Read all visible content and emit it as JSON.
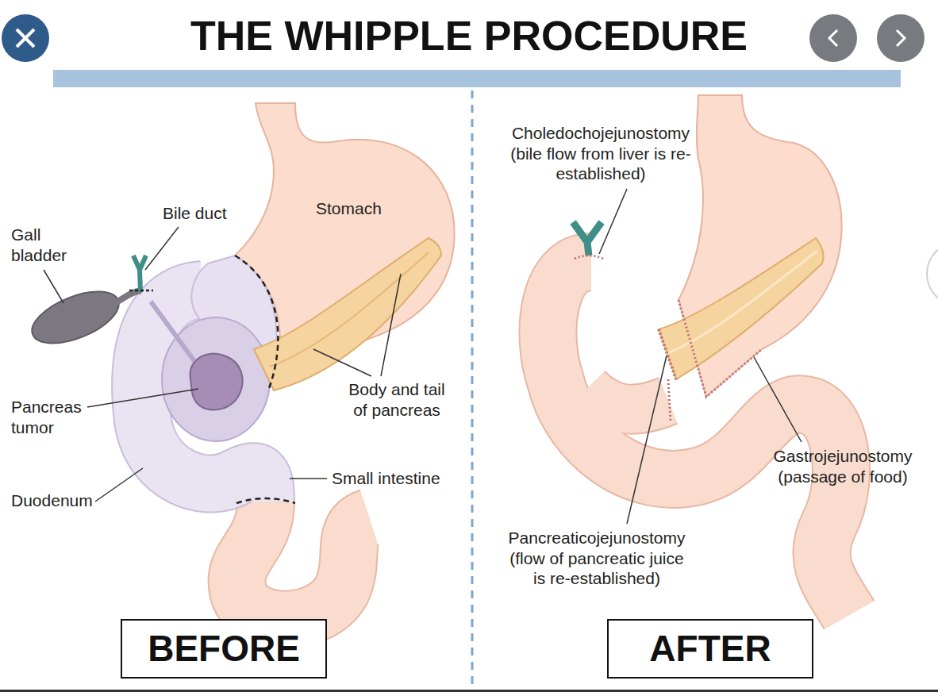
{
  "diagram": {
    "title": "THE WHIPPLE PROCEDURE",
    "nodes": [
      {
        "text": [
          "BEFORE"
        ]
      },
      {
        "text": [
          "AFTER"
        ]
      }
    ],
    "labels": [
      "Gall bladder",
      "Bile duct",
      "Stomach",
      "Pancreas tumor",
      "Body and tail of pancreas",
      "Duodenum",
      "Small intestine",
      "Choledochojejunostomy (bile flow from liver is re-established)",
      "Gastrojejunostomy (passage of food)",
      "Pancreaticojejunostomy (flow of pancreatic juice is re-established)"
    ]
  }
}
